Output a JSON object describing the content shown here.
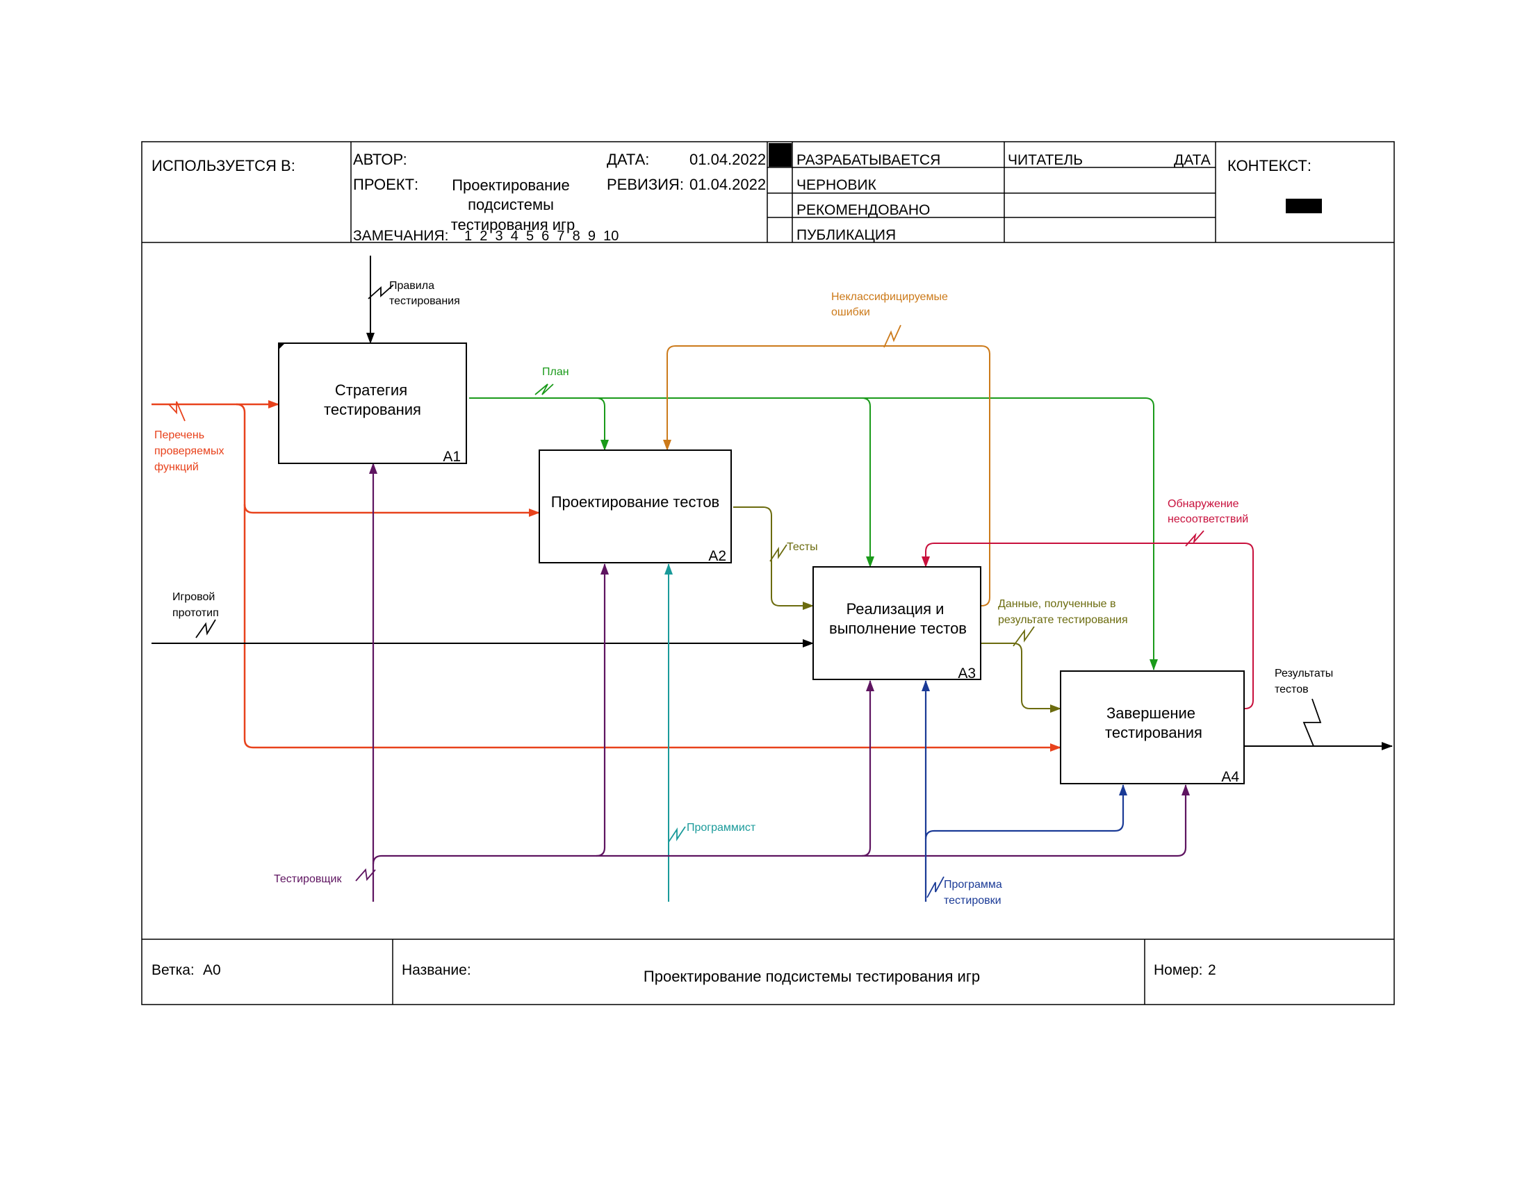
{
  "header": {
    "used_in_label": "ИСПОЛЬЗУЕТСЯ В:",
    "author_label": "АВТОР:",
    "project_label": "ПРОЕКТ:",
    "project_lines": [
      "Проектирование",
      "подсистемы",
      "тестирования игр"
    ],
    "date_label": "ДАТА:",
    "date_value": "01.04.2022",
    "revision_label": "РЕВИЗИЯ:",
    "revision_value": "01.04.2022",
    "notes_label": "ЗАМЕЧАНИЯ:",
    "notes_numbers": "1  2  3  4  5  6  7  8  9  10",
    "statuses": [
      "РАЗРАБАТЫВАЕТСЯ",
      "ЧЕРНОВИК",
      "РЕКОМЕНДОВАНО",
      "ПУБЛИКАЦИЯ"
    ],
    "reader_label": "ЧИТАТЕЛЬ",
    "reader_date_label": "ДАТА",
    "context_label": "КОНТЕКСТ:"
  },
  "blocks": [
    {
      "id": "a1",
      "lines": [
        "Стратегия",
        "тестирования"
      ],
      "code": "A1"
    },
    {
      "id": "a2",
      "lines": [
        "Проектирование тестов"
      ],
      "code": "A2"
    },
    {
      "id": "a3",
      "lines": [
        "Реализация и",
        "выполнение тестов"
      ],
      "code": "A3"
    },
    {
      "id": "a4",
      "lines": [
        "Завершение",
        "тестирования"
      ],
      "code": "A4"
    }
  ],
  "arrows": [
    {
      "id": "rules",
      "lines": [
        "Правила",
        "тестирования"
      ],
      "color": "#000000"
    },
    {
      "id": "functions",
      "lines": [
        "Перечень",
        "проверяемых",
        "функций"
      ],
      "color": "#e8421c"
    },
    {
      "id": "plan",
      "lines": [
        "План"
      ],
      "color": "#1a9a1a"
    },
    {
      "id": "errors",
      "lines": [
        "Неклассифицируемые",
        "ошибки"
      ],
      "color": "#cc7a1a"
    },
    {
      "id": "tests",
      "lines": [
        "Тесты"
      ],
      "color": "#6b6b0e"
    },
    {
      "id": "prototype",
      "lines": [
        "Игровой",
        "прототип"
      ],
      "color": "#000000"
    },
    {
      "id": "data",
      "lines": [
        "Данные, полученные в",
        "результате тестирования"
      ],
      "color": "#6b6b0e"
    },
    {
      "id": "mismatch",
      "lines": [
        "Обнаружение",
        "несоответствий"
      ],
      "color": "#c8103c"
    },
    {
      "id": "results",
      "lines": [
        "Результаты",
        "тестов"
      ],
      "color": "#000000"
    },
    {
      "id": "programmer",
      "lines": [
        "Программист"
      ],
      "color": "#1a9a9a"
    },
    {
      "id": "tester",
      "lines": [
        "Тестировщик"
      ],
      "color": "#5e1460"
    },
    {
      "id": "program",
      "lines": [
        "Программа",
        "тестировки"
      ],
      "color": "#1a3a96"
    }
  ],
  "footer": {
    "branch_label": "Ветка:",
    "branch_value": "A0",
    "name_label": "Название:",
    "name_value": "Проектирование подсистемы тестирования игр",
    "number_label": "Номер:",
    "number_value": "2"
  }
}
